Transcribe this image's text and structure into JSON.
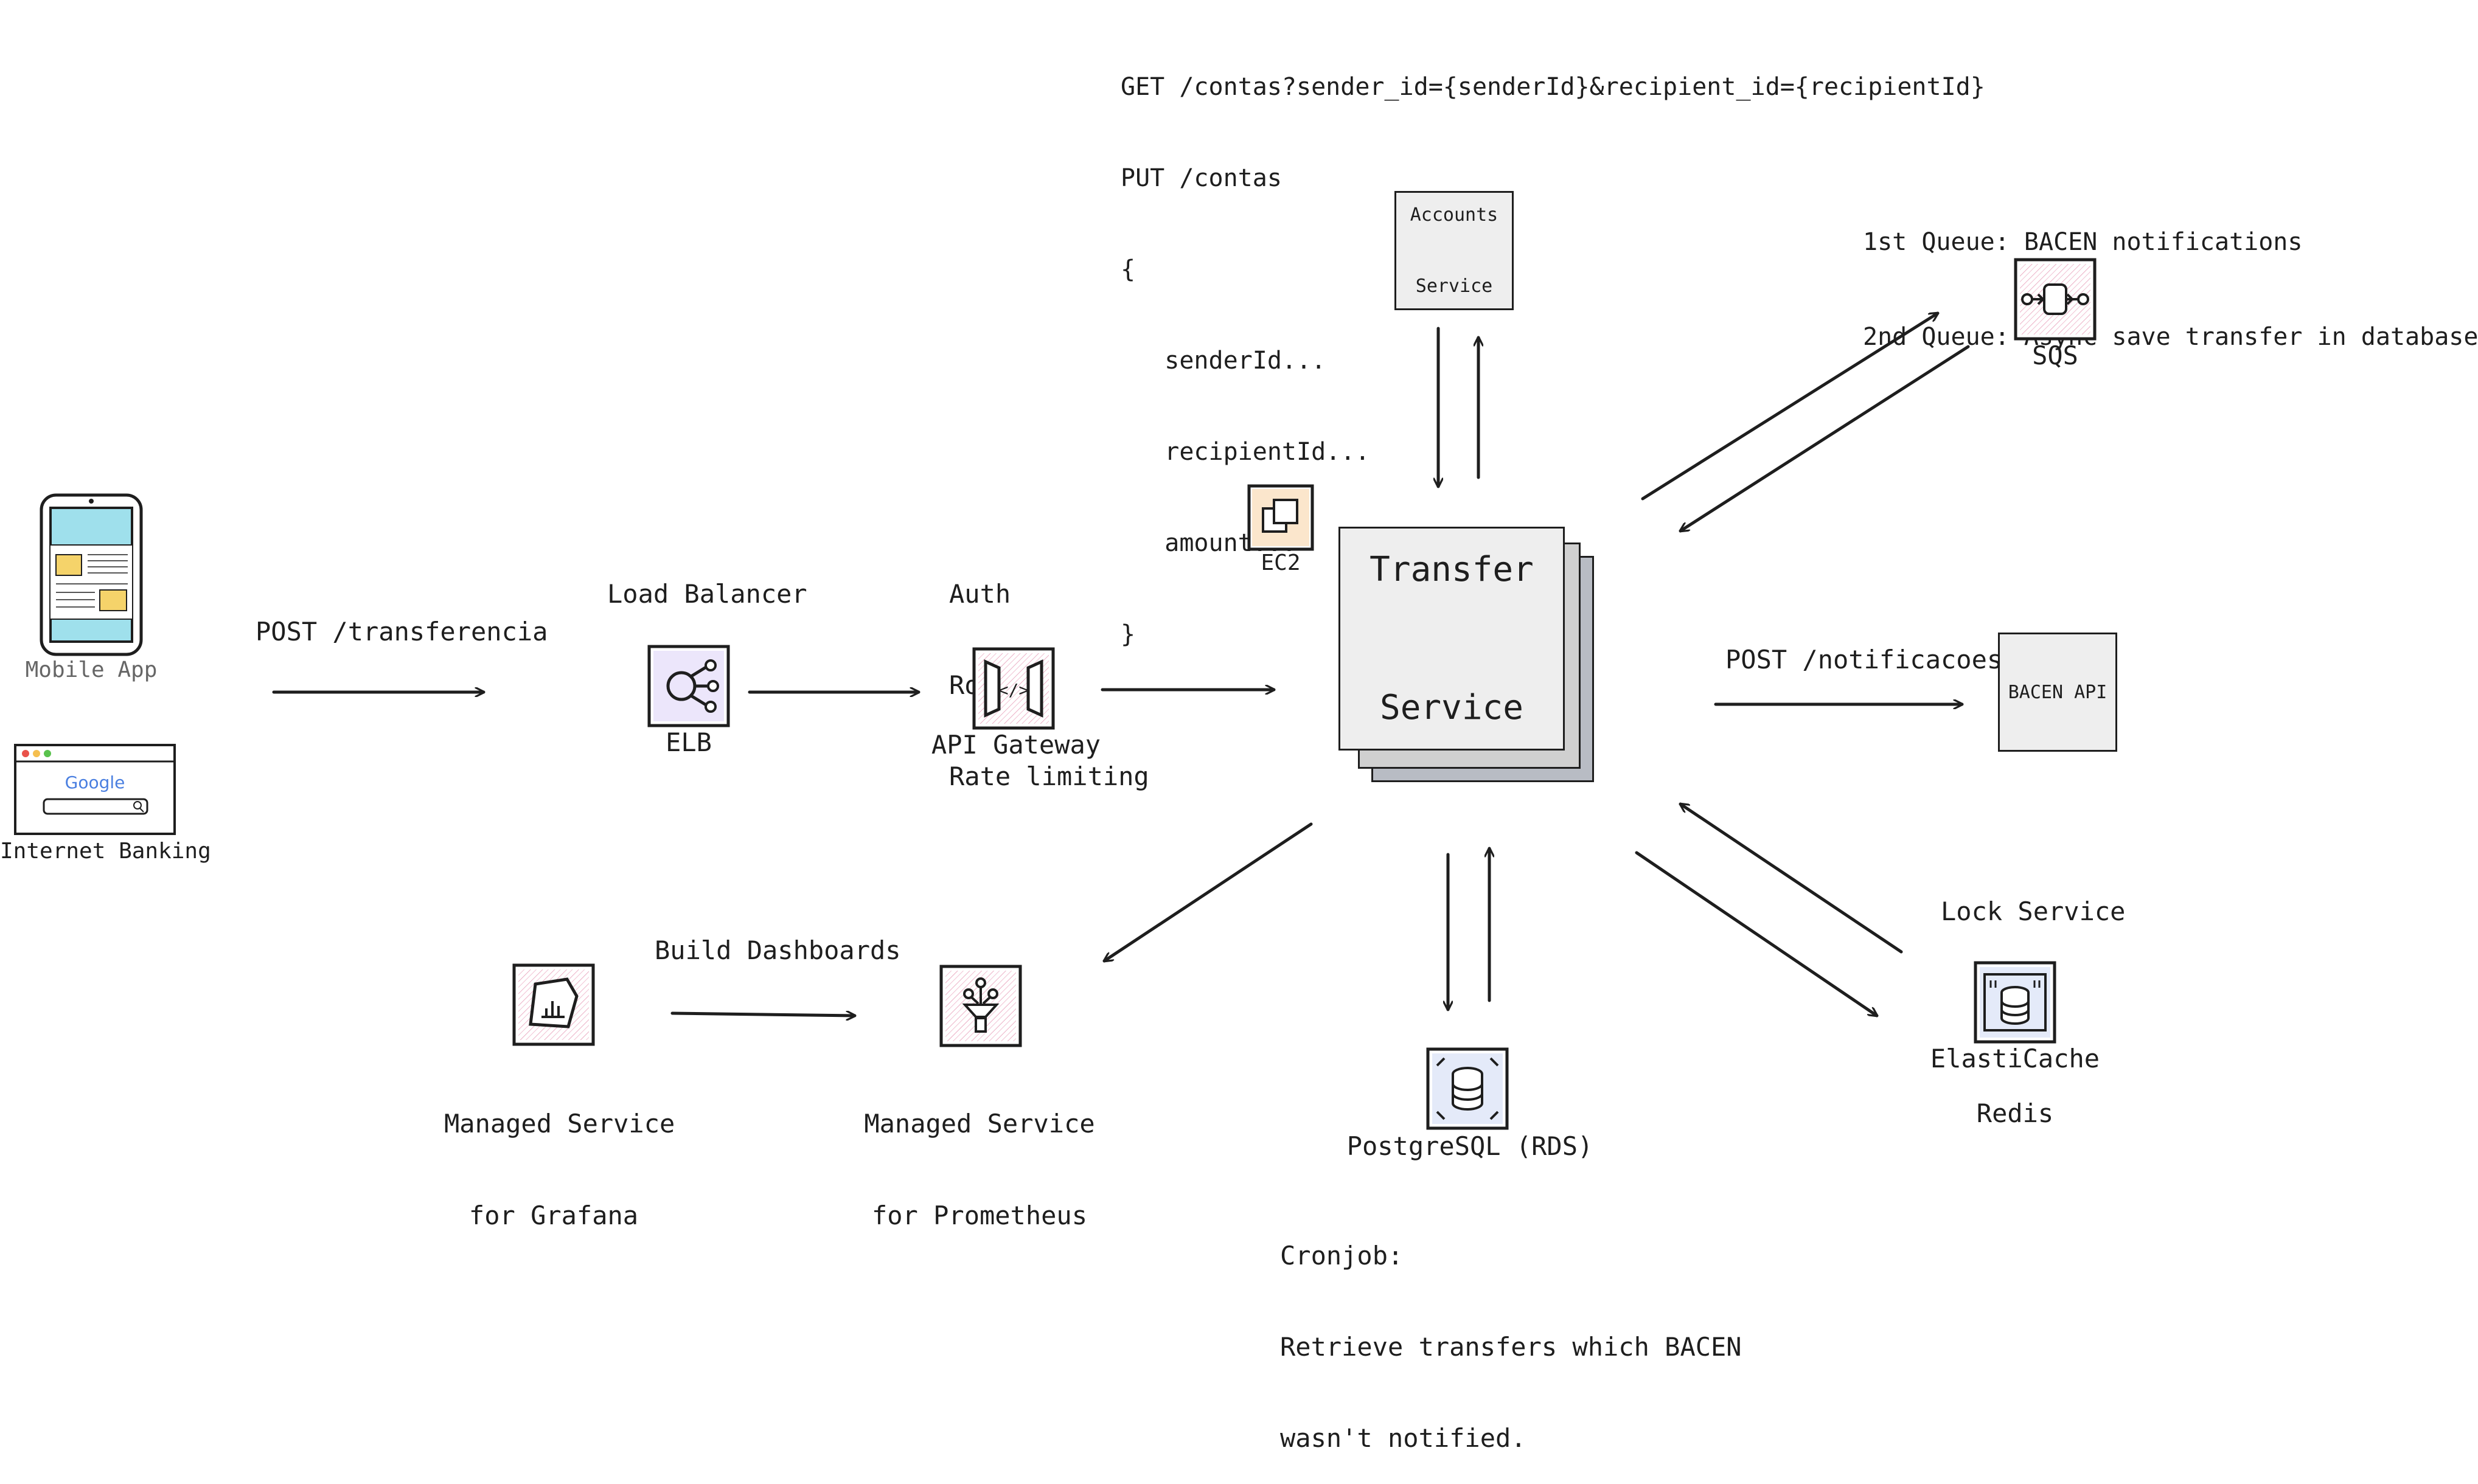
{
  "code_block": {
    "lines": [
      "GET /contas?sender_id={senderId}&recipient_id={recipientId}",
      "PUT /contas",
      "{",
      "   senderId...",
      "   recipientId...",
      "   amount...",
      "}"
    ]
  },
  "sqs_notes": {
    "line1": "1st Queue: BACEN notifications",
    "line2": "2nd Queue: Async save transfer in database"
  },
  "clients": {
    "mobile_label": "Mobile App",
    "browser_label": "Internet Banking",
    "browser_search_brand": "Google"
  },
  "edges": {
    "post_transferencia": "POST /transferencia",
    "post_notificacoes": "POST /notificacoes",
    "build_dashboards": "Build Dashboards"
  },
  "load_balancer": {
    "caption": "Load Balancer",
    "label": "ELB"
  },
  "api_gateway": {
    "label": "API Gateway",
    "notes": [
      "Auth",
      "Routing",
      "Rate limiting"
    ]
  },
  "ec2": {
    "label": "EC2"
  },
  "transfer_service": {
    "label_line1": "Transfer",
    "label_line2": "Service"
  },
  "accounts_service": {
    "label_line1": "Accounts",
    "label_line2": "Service"
  },
  "sqs": {
    "label": "SQS"
  },
  "bacen_api": {
    "label": "BACEN API"
  },
  "rds": {
    "label": "PostgreSQL (RDS)"
  },
  "cronjob": {
    "lines": [
      "Cronjob:",
      "Retrieve transfers which BACEN",
      "wasn't notified."
    ]
  },
  "elasticache": {
    "caption": "Lock Service",
    "label": "ElastiCache",
    "sub": "Redis"
  },
  "grafana": {
    "label_line1": "Managed Service",
    "label_line2": "for Grafana"
  },
  "prometheus": {
    "label_line1": "Managed Service",
    "label_line2": "for Prometheus"
  },
  "colors": {
    "stroke": "#1e1e1e",
    "service_fill": "#eeeeee",
    "stack_mid": "#d0d0d0",
    "stack_back": "#b8bcc4",
    "purple_icon": "#8a6bd8",
    "pink_icon": "#d64f80",
    "orange_icon": "#e8a040",
    "blue_icon": "#5a7bd4",
    "mobile_screen": "#9fe0ec",
    "mobile_thumb": "#f5d36a"
  }
}
